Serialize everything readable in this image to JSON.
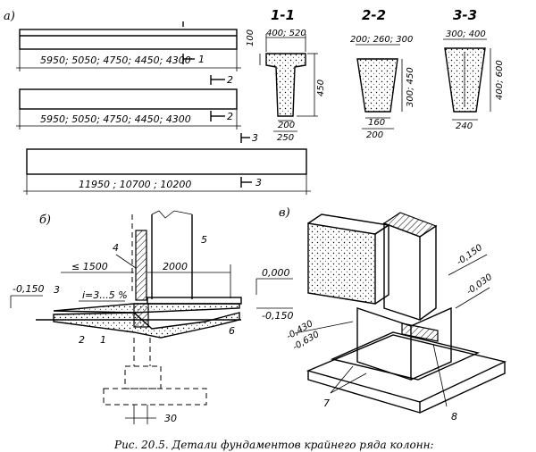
{
  "labels": {
    "part_a": "а)",
    "part_b": "б)",
    "part_c": "в)"
  },
  "beams": {
    "dims_1": "5950; 5050; 4750; 4450; 4300",
    "dims_2": "5950; 5050; 4750; 4450; 4300",
    "dims_3": "11950 ; 10700 ; 10200",
    "cut_1": "1",
    "cut_2": "2",
    "cut_3": "3"
  },
  "sections": {
    "s1_title": "1-1",
    "s1_top": "400; 520",
    "s1_flange": "100",
    "s1_height": "450",
    "s1_web": "200",
    "s1_bottom": "250",
    "s2_title": "2-2",
    "s2_top": "200; 260; 300",
    "s2_height": "300; 450",
    "s2_web": "160",
    "s2_bottom": "200",
    "s3_title": "3-3",
    "s3_top": "300; 400",
    "s3_height": "400; 600",
    "s3_bottom": "240"
  },
  "detail_b": {
    "len": "≤ 1500",
    "span": "2000",
    "level_0": "0,000",
    "level_150_left": "-0,150",
    "level_150_right": "-0,150",
    "slope": "i=3...5 %",
    "gap": "30",
    "n1": "1",
    "n2": "2",
    "n3": "3",
    "n4": "4",
    "n5": "5",
    "n6": "6"
  },
  "detail_c": {
    "lv_150": "-0,150",
    "lv_030": "-0,030",
    "lv_430": "-0,430",
    "lv_630": "-0,630",
    "n7": "7",
    "n8": "8"
  },
  "caption": "Рис. 20.5. Детали фундаментов крайнего   ряда колонн:"
}
